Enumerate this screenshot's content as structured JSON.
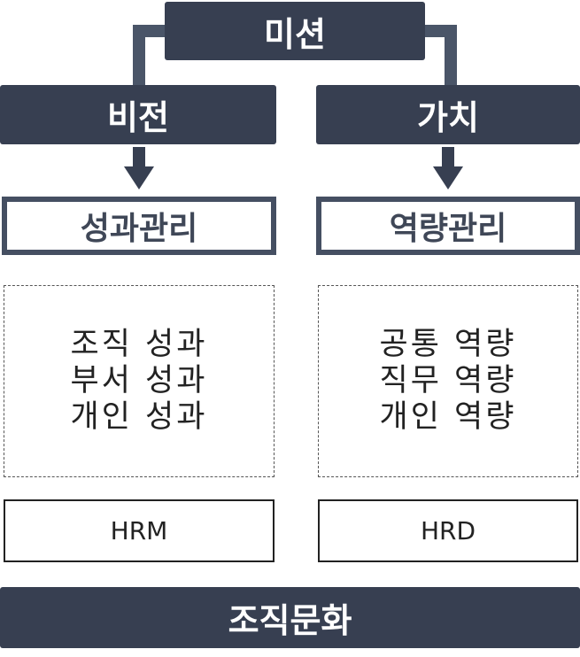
{
  "mission": {
    "label": "미션"
  },
  "vision": {
    "label": "비전"
  },
  "values": {
    "label": "가치"
  },
  "performance_management": {
    "label": "성과관리"
  },
  "competency_management": {
    "label": "역량관리"
  },
  "performance_items": [
    "조직 성과",
    "부서 성과",
    "개인 성과"
  ],
  "competency_items": [
    "공통 역량",
    "직무 역량",
    "개인 역량"
  ],
  "hrm": {
    "label": "HRM"
  },
  "hrd": {
    "label": "HRD"
  },
  "org_culture": {
    "label": "조직문화"
  },
  "colors": {
    "dark_fill": "#373f51",
    "outline": "#454f62",
    "connector": "#4a5568"
  }
}
